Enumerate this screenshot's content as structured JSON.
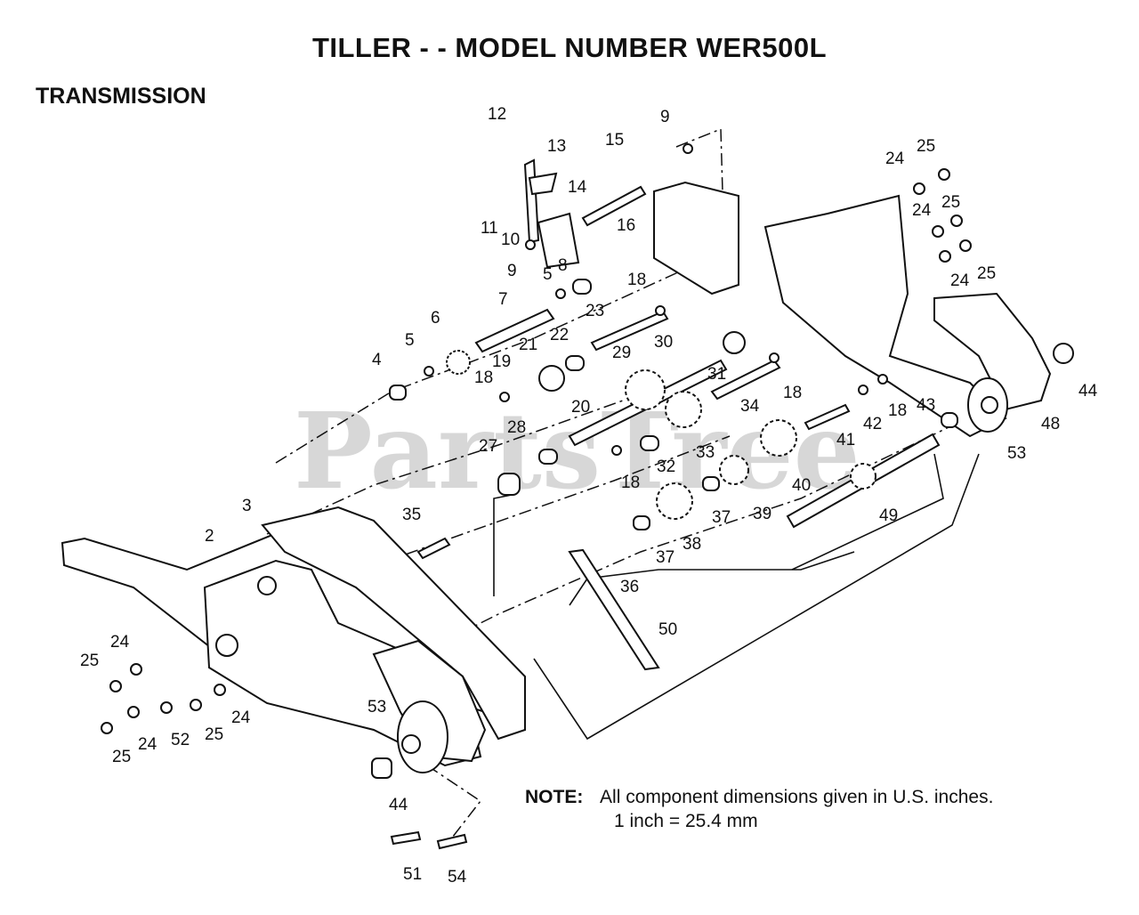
{
  "title": "TILLER - - MODEL NUMBER WER500L",
  "section": "TRANSMISSION",
  "watermark": "PartsTree",
  "note": {
    "label": "NOTE:",
    "line1": "All component dimensions given in U.S. inches.",
    "line2": "1 inch = 25.4 mm"
  },
  "callouts": [
    "12",
    "13",
    "15",
    "9",
    "24",
    "25",
    "24",
    "25",
    "24",
    "25",
    "24",
    "14",
    "11",
    "10",
    "16",
    "9",
    "5",
    "8",
    "7",
    "18",
    "6",
    "5",
    "4",
    "23",
    "21",
    "22",
    "19",
    "18",
    "29",
    "30",
    "31",
    "18",
    "20",
    "34",
    "42",
    "18",
    "43",
    "44",
    "48",
    "53",
    "28",
    "27",
    "32",
    "18",
    "33",
    "40",
    "41",
    "35",
    "39",
    "37",
    "49",
    "3",
    "2",
    "38",
    "37",
    "36",
    "50",
    "24",
    "25",
    "24",
    "25",
    "24",
    "52",
    "25",
    "24",
    "53",
    "44",
    "51",
    "54"
  ],
  "colors": {
    "ink": "#111111",
    "watermark": "#bdbdbd",
    "background": "#ffffff"
  }
}
